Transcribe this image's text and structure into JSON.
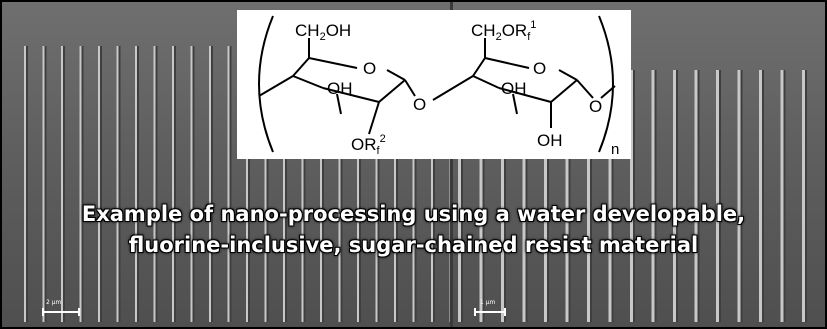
{
  "formula": {
    "left_ring_substituent": "CH",
    "left_ring_sub_tail": "OH",
    "right_ring_substituent": "CH",
    "right_ring_sub_tail": "OR",
    "ring_oxygen": "O",
    "hydroxyl": "OH",
    "bridge_oxygen": "O",
    "or_group": "OR",
    "subscript_two": "2",
    "subscript_f": "f",
    "superscript_one": "1",
    "superscript_two": "2",
    "repeat_n": "n"
  },
  "caption": {
    "line1": "Example of nano-processing using a water developable,",
    "line2": "fluorine-inclusive, sugar-chained resist material"
  },
  "scale_bars": {
    "left_label": "2 μm",
    "right_label": "1 μm"
  },
  "colors": {
    "background_gray": "#5f5f5f",
    "line_light": "#c8c8c8",
    "caption_text": "#ffffff",
    "caption_outline": "#000000",
    "formula_box": "#ffffff"
  }
}
